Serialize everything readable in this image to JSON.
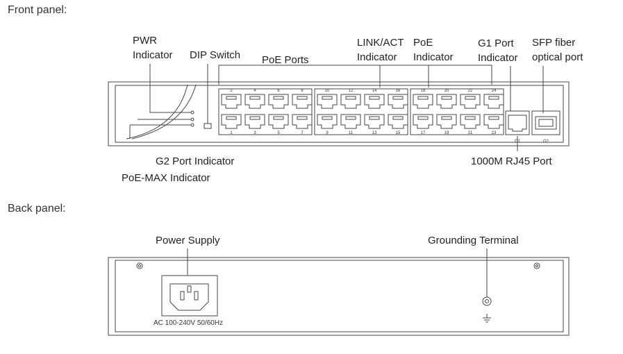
{
  "front": {
    "title": "Front panel:",
    "labels": {
      "pwr_line1": "PWR",
      "pwr_line2": "Indicator",
      "dip": "DIP Switch",
      "poe_ports": "PoE Ports",
      "linkact_line1": "LINK/ACT",
      "linkact_line2": "Indicator",
      "poe_ind_line1": "PoE",
      "poe_ind_line2": "Indicator",
      "g1_line1": "G1 Port",
      "g1_line2": "Indicator",
      "sfp_line1": "SFP fiber",
      "sfp_line2": "optical port",
      "g2": "G2 Port Indicator",
      "poemax": "PoE-MAX Indicator",
      "rj45": "1000M RJ45 Port"
    },
    "port_numbers_top": [
      "2",
      "4",
      "6",
      "8",
      "10",
      "12",
      "14",
      "16",
      "18",
      "20",
      "22",
      "24"
    ],
    "port_numbers_bottom": [
      "1",
      "3",
      "5",
      "7",
      "9",
      "11",
      "13",
      "15",
      "17",
      "19",
      "21",
      "23"
    ],
    "g1_label": "G1",
    "g2_label": "G2"
  },
  "back": {
    "title": "Back panel:",
    "labels": {
      "power": "Power Supply",
      "ground": "Grounding Terminal",
      "ac": "AC 100-240V 50/60Hz"
    }
  }
}
